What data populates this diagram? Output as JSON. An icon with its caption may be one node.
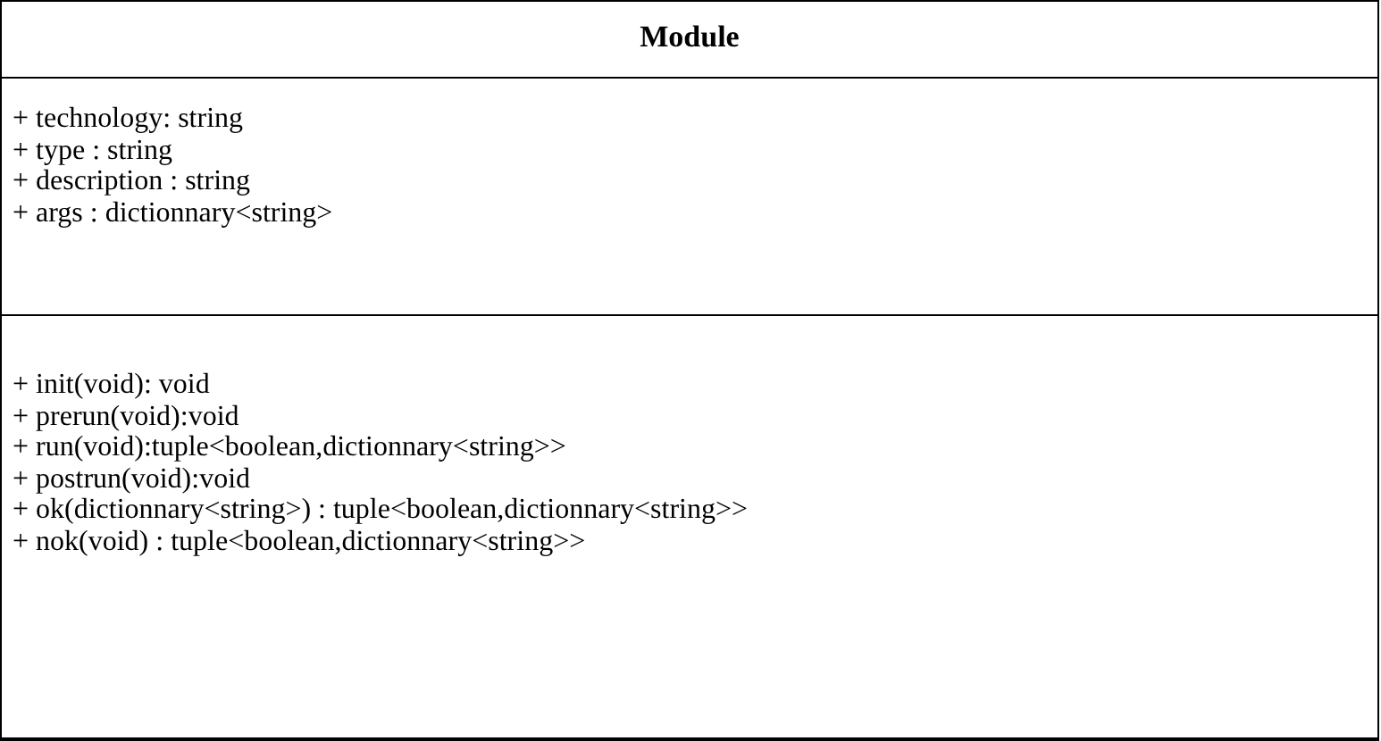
{
  "diagram": {
    "nodes": [
      {
        "text": [
          "Module"
        ]
      },
      {
        "text": [
          "+ technology: string",
          "+ type : string",
          "+ description : string",
          "+ args : dictionnary<string>"
        ],
        "in": 0
      },
      {
        "text": [
          "+ init(void): void",
          "+ prerun(void):void",
          "+ run(void):tuple<boolean,dictionnary<string>>",
          "+ postrun(void):void",
          "+ ok(dictionnary<string>) : tuple<boolean,dictionnary<string>>",
          "+ nok(void) : tuple<boolean,dictionnary<string>>"
        ],
        "in": 0
      }
    ]
  }
}
